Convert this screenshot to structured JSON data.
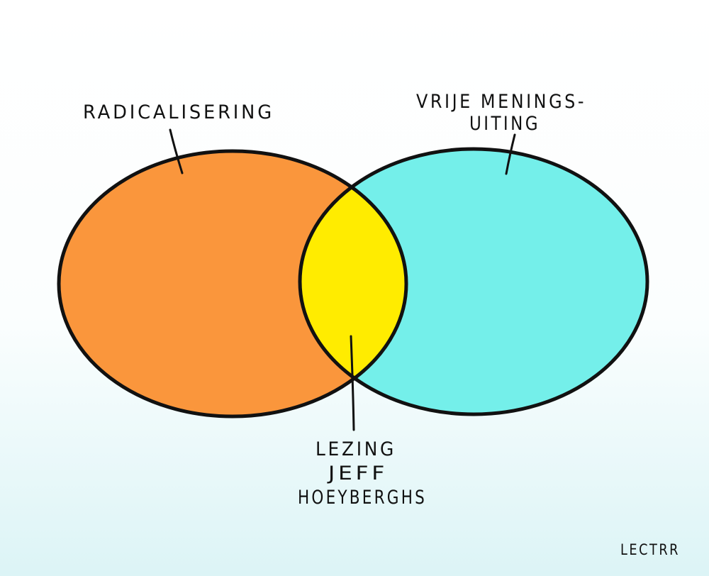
{
  "venn": {
    "left_set": {
      "label": "RADICALISERING",
      "color": "#FA963C"
    },
    "right_set": {
      "label_lines": [
        "VRIJE MENINGS-",
        "UITING"
      ],
      "color": "#74EFEA"
    },
    "intersection": {
      "label_lines": [
        "LEZING",
        "JEFF",
        "HOEYBERGHS"
      ],
      "color": "#FFEC00"
    },
    "outline_color": "#111111"
  },
  "signature": "LECTRR"
}
